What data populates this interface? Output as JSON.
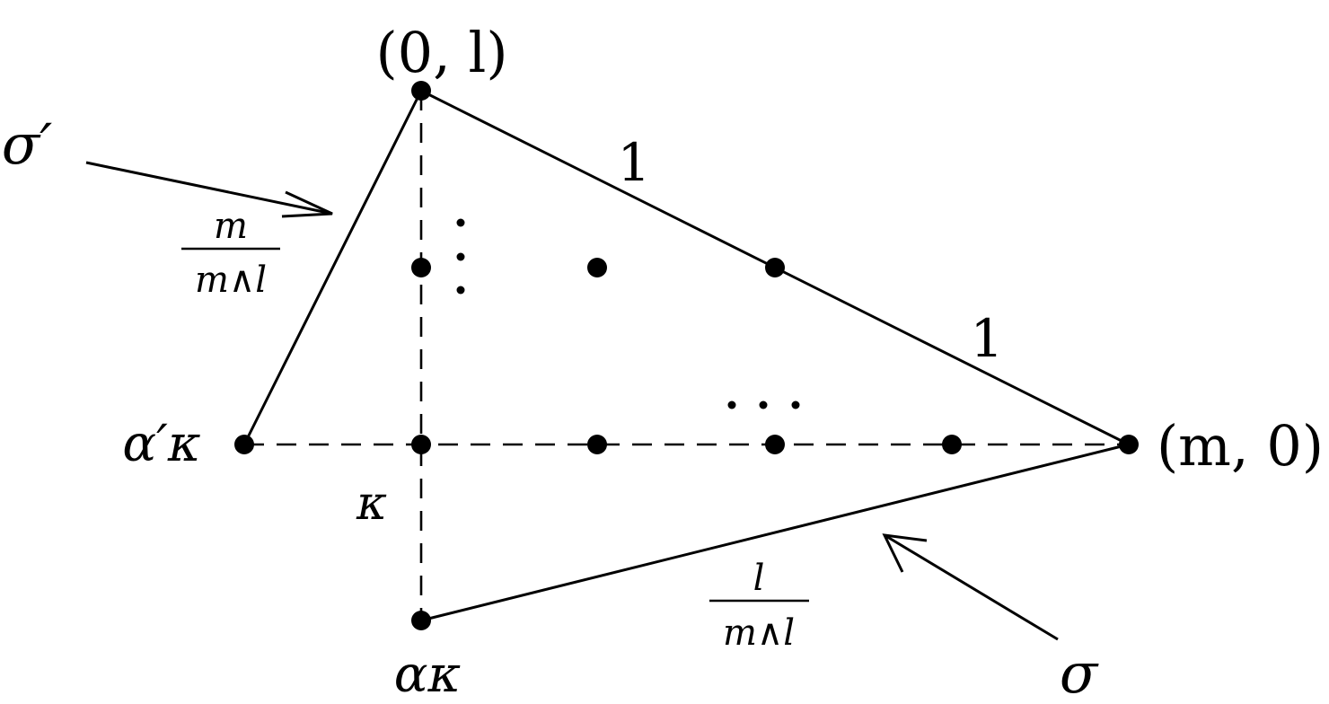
{
  "vertex_top": "(0, l)",
  "vertex_right": "(m, 0)",
  "edge_upper_label_a": "1",
  "edge_upper_label_b": "1",
  "sigma_prime": "σ′",
  "sigma": "σ",
  "frac_left_num": "m",
  "frac_left_den": "m∧l",
  "frac_bottom_num": "l",
  "frac_bottom_den": "m∧l",
  "alpha_prime_kappa": "α′κ",
  "alpha_kappa": "ακ",
  "kappa": "κ"
}
